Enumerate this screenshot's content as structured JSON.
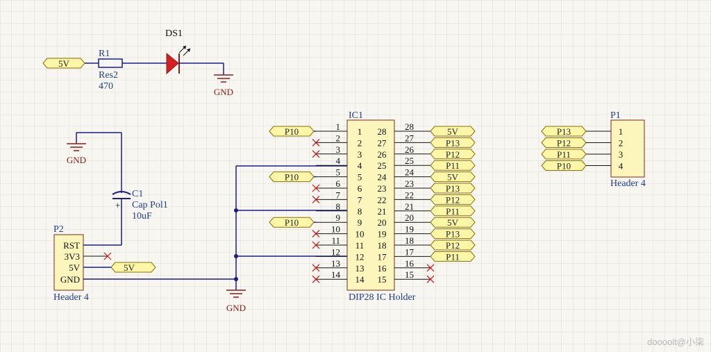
{
  "components": {
    "r1": {
      "designator": "R1",
      "type": "Res2",
      "value": "470"
    },
    "ds1": {
      "designator": "DS1"
    },
    "c1": {
      "designator": "C1",
      "type": "Cap Pol1",
      "value": "10uF",
      "polarity": "+"
    },
    "p2": {
      "designator": "P2",
      "comment": "Header 4",
      "pins": [
        "RST",
        "3V3",
        "5V",
        "GND"
      ]
    },
    "p1": {
      "designator": "P1",
      "comment": "Header 4",
      "pins": [
        "1",
        "2",
        "3",
        "4"
      ]
    },
    "ic1": {
      "designator": "IC1",
      "comment": "DIP28 IC Holder",
      "left_pins": [
        "1",
        "2",
        "3",
        "4",
        "5",
        "6",
        "7",
        "8",
        "9",
        "10",
        "11",
        "12",
        "13",
        "14"
      ],
      "right_pins": [
        "28",
        "27",
        "26",
        "25",
        "24",
        "23",
        "22",
        "21",
        "20",
        "19",
        "18",
        "17",
        "16",
        "15"
      ]
    }
  },
  "power": {
    "gnd_label": "GND"
  },
  "ports": {
    "led_5v": "5V",
    "p2_5v": "5V",
    "ic_left": [
      "P10",
      "P10",
      "P10"
    ],
    "ic_right": [
      "5V",
      "P13",
      "P12",
      "P11",
      "5V",
      "P13",
      "P12",
      "P11",
      "5V",
      "P13",
      "P12",
      "P11"
    ],
    "p1_ports": [
      "P13",
      "P12",
      "P11",
      "P10"
    ]
  },
  "watermark": "dooooit@小柒",
  "colors": {
    "grid": "#dcdcd6",
    "wire": "#1a1a8c",
    "port_fill": "#fcf6a8",
    "port_stroke": "#8b6f00",
    "body_fill": "#fcf6bc",
    "body_stroke": "#7a2a1a",
    "led": "#d42020",
    "no_connect": "#d01010",
    "label_blue": "#1f3f8f",
    "label_dark": "#8b1a1a"
  }
}
